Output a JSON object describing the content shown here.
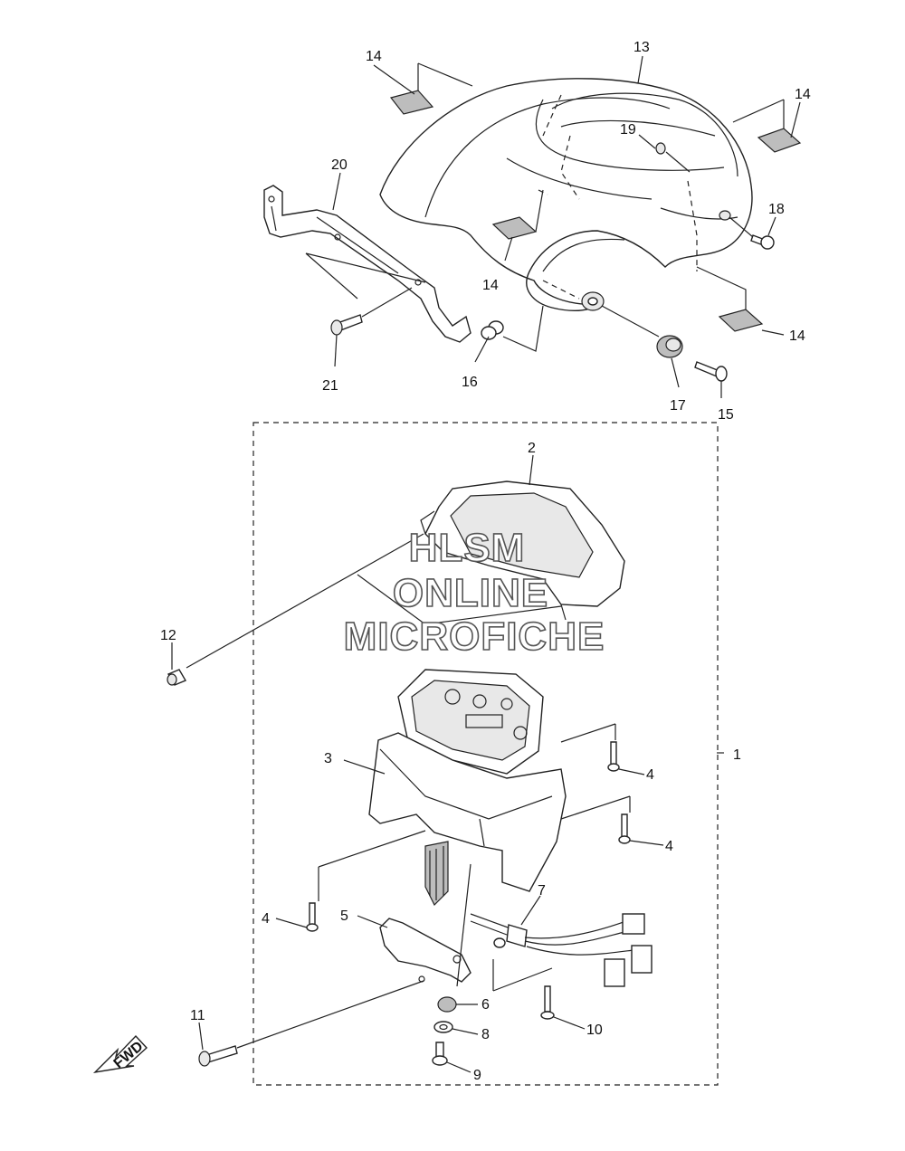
{
  "watermark": {
    "line1": "HLSM",
    "line2": "ONLINE",
    "line3": "MICROFICHE"
  },
  "fwd_label": "FWD",
  "callouts": {
    "c1": "1",
    "c2": "2",
    "c3": "3",
    "c4a": "4",
    "c4b": "4",
    "c4c": "4",
    "c5": "5",
    "c6": "6",
    "c7": "7",
    "c8": "8",
    "c9": "9",
    "c10": "10",
    "c11": "11",
    "c12": "12",
    "c13": "13",
    "c14a": "14",
    "c14b": "14",
    "c14c": "14",
    "c14d": "14",
    "c15": "15",
    "c16": "16",
    "c17": "17",
    "c18": "18",
    "c19": "19",
    "c20": "20",
    "c21": "21"
  }
}
